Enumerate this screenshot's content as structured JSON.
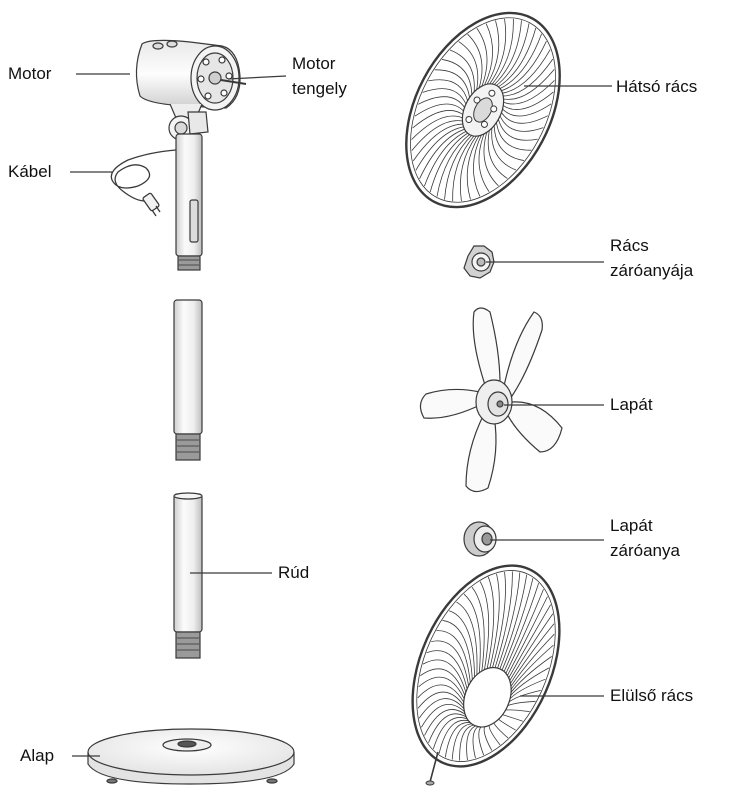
{
  "labels": {
    "motor": "Motor",
    "motor_shaft_line1": "Motor",
    "motor_shaft_line2": "tengely",
    "cable": "Kábel",
    "rear_grille": "Hátsó rács",
    "grille_nut_line1": "Rács",
    "grille_nut_line2": "záróanyája",
    "blade": "Lapát",
    "blade_nut_line1": "Lapát",
    "blade_nut_line2": "záróanya",
    "rod": "Rúd",
    "front_grille": "Elülső rács",
    "base": "Alap"
  },
  "colors": {
    "line": "#3a3a3a",
    "part_fill": "#f7f7f7",
    "part_shade": "#d6d6d6",
    "text": "#111111"
  }
}
